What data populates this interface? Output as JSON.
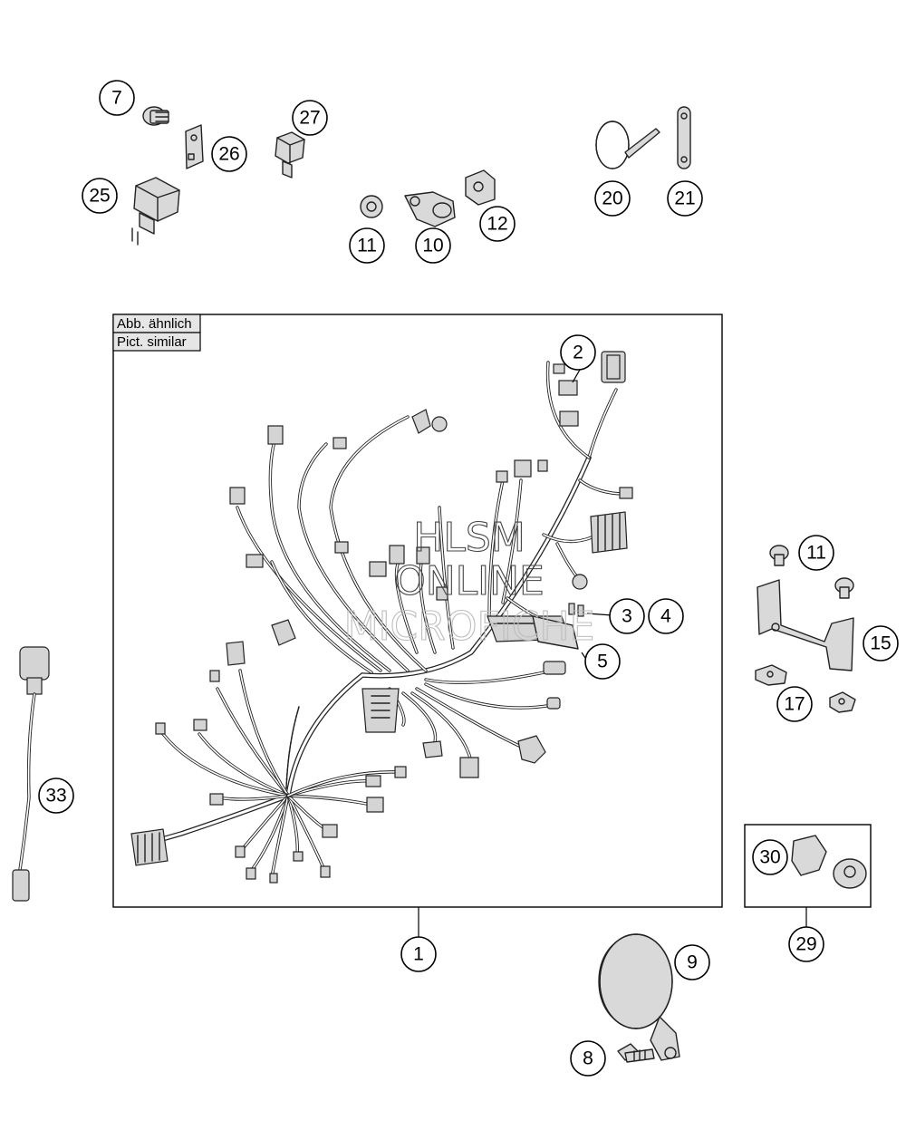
{
  "diagram": {
    "image_note_de": "Abb. ähnlich",
    "image_note_en": "Pict. similar",
    "watermark": [
      "HLSM",
      "ONLINE",
      "MICROFICHE"
    ]
  },
  "callouts": {
    "c1": "1",
    "c2": "2",
    "c3": "3",
    "c4": "4",
    "c5": "5",
    "c7": "7",
    "c8": "8",
    "c9": "9",
    "c10": "10",
    "c11a": "11",
    "c11b": "11",
    "c12": "12",
    "c15": "15",
    "c17": "17",
    "c20": "20",
    "c21": "21",
    "c25": "25",
    "c26": "26",
    "c27": "27",
    "c29": "29",
    "c30": "30",
    "c33": "33"
  }
}
